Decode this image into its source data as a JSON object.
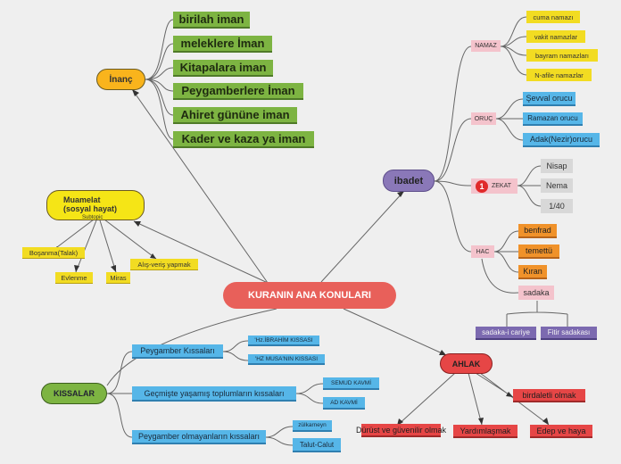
{
  "root": "KURANIN ANA KONULARI",
  "inanc": {
    "label": "İnanç",
    "items": [
      "birilah iman",
      "meleklere İman",
      "Kitapalara iman",
      "Peygamberlere İman",
      "Ahiret gününe iman",
      "Kader ve kaza ya iman"
    ]
  },
  "muamelat": {
    "label_line1": "Muamelat",
    "label_line2": "(sosyal hayat)",
    "subtopic": "Subtopic",
    "items": [
      "Boşanma(Talak)",
      "Evlenme",
      "Miras",
      "Alış-veriş yapmak"
    ]
  },
  "ibadet": {
    "label": "ibadet",
    "namaz": {
      "label": "NAMAZ",
      "items": [
        "cuma namazı",
        "vakit namazlar",
        "bayram namazları",
        "N-afile namazlar"
      ]
    },
    "oruc": {
      "label": "ORUÇ",
      "items": [
        "Şevval orucu",
        "Ramazan orucu",
        "Adak(Nezir)orucu"
      ]
    },
    "zekat": {
      "label": "ZEKAT",
      "marker": "1",
      "items": [
        "Nisap",
        "Nema",
        "1/40"
      ]
    },
    "hac": {
      "label": "HAC",
      "items": [
        "benfrad",
        "temettü",
        "Kıran",
        "sadaka"
      ]
    },
    "sadaka": {
      "items": [
        "sadaka-i cariye",
        "Fitir sadakası"
      ]
    }
  },
  "kissalar": {
    "label": "KISSALAR",
    "peygamber": {
      "label": "Peygamber Kıssaları",
      "items": [
        "'Hz.İBRAHİM KISSASI",
        "'HZ MUSA'NIN KISSASI"
      ]
    },
    "gecmis": {
      "label": "Geçmişte yaşamış toplumların kıssaları",
      "items": [
        "SEMUD KAVMİ",
        "AD KAVMİ"
      ]
    },
    "olmayan": {
      "label": "Peygamber olmayanların kıssaları",
      "items": [
        "zülkarneyn",
        "Talut-Calut"
      ]
    }
  },
  "ahlak": {
    "label": "AHLAK",
    "items": [
      "Dürüst ve güvenilir olmak",
      "Yardımlaşmak",
      "Edep ve haya",
      "birdaletli olmak"
    ]
  },
  "colors": {
    "root": "#e8605a",
    "inanc": "#f9b41c",
    "ibadet": "#8a78b8",
    "kissalar": "#7db442",
    "ahlak": "#e64646",
    "muamelat": "#f5e516",
    "connector": "#666666"
  }
}
